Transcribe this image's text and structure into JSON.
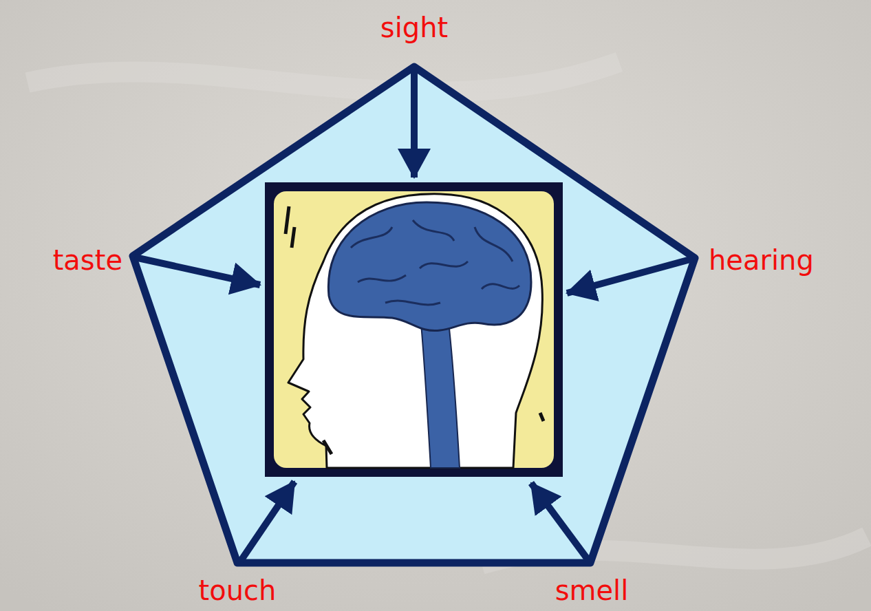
{
  "diagram": {
    "labels": [
      "sight",
      "taste",
      "hearing",
      "touch",
      "smell"
    ]
  }
}
